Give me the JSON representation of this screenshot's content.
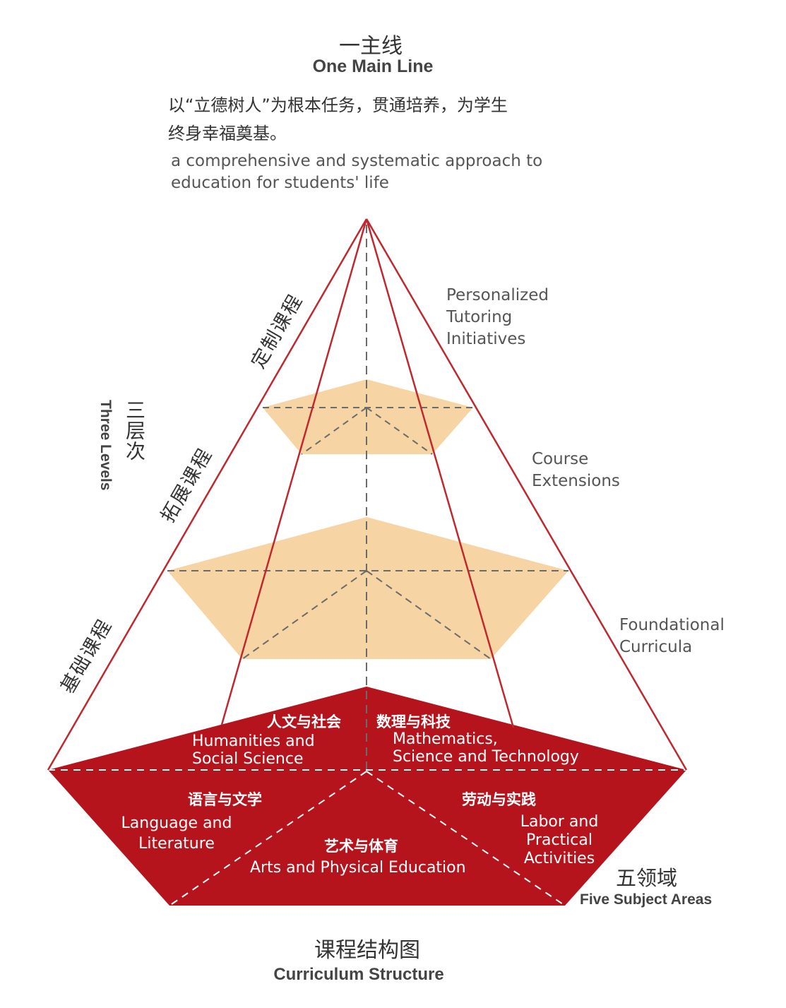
{
  "header": {
    "title_cn": "一主线",
    "title_en": "One Main Line",
    "desc_cn_1": "以“立德树人”为根本任务，贯通培养，为学生",
    "desc_cn_2": "终身幸福奠基。",
    "desc_en_1": "a comprehensive and systematic approach to",
    "desc_en_2": "education for students' life"
  },
  "levels": {
    "label_cn": "三层次",
    "label_en": "Three Levels",
    "items": [
      {
        "cn": "定制课程",
        "en_lines": [
          "Personalized",
          "Tutoring",
          "Initiatives"
        ]
      },
      {
        "cn": "拓展课程",
        "en_lines": [
          "Course",
          "Extensions"
        ]
      },
      {
        "cn": "基础课程",
        "en_lines": [
          "Foundational",
          "Curricula"
        ]
      }
    ]
  },
  "areas": {
    "label_cn": "五领域",
    "label_en": "Five Subject Areas",
    "items": [
      {
        "cn": "人文与社会",
        "en_lines": [
          "Humanities and",
          "Social Science"
        ]
      },
      {
        "cn": "数理与科技",
        "en_lines": [
          "Mathematics,",
          "Science and Technology"
        ]
      },
      {
        "cn": "语言与文学",
        "en_lines": [
          "Language and",
          "Literature"
        ]
      },
      {
        "cn": "劳动与实践",
        "en_lines": [
          "Labor and",
          "Practical",
          "Activities"
        ]
      },
      {
        "cn": "艺术与体育",
        "en_lines": [
          "Arts and Physical Education"
        ]
      }
    ]
  },
  "footer": {
    "title_cn": "课程结构图",
    "title_en": "Curriculum Structure"
  },
  "colors": {
    "red": "#b5141d",
    "red_line": "#c0282e",
    "tan": "#f6d4a3",
    "dash": "#6b6b6b"
  }
}
